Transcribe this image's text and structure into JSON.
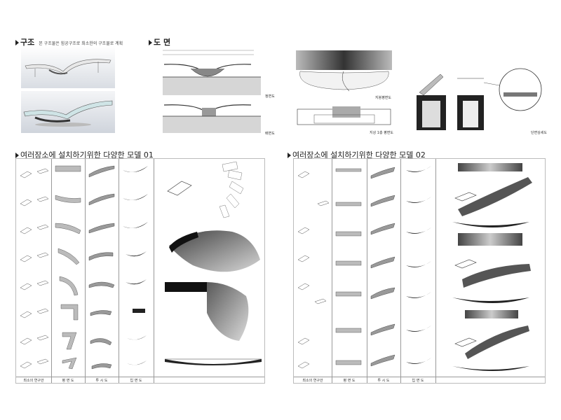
{
  "section_structure": {
    "title": "구조",
    "note": "본 구조물은 힘공구조로 최소한의 구조물로 계획"
  },
  "section_drawings": {
    "title": "도 면",
    "labels": [
      "정면도",
      "배면도",
      "지붕평면도",
      "지상 1층 평면도",
      "단면상세도"
    ]
  },
  "section_models_1": {
    "title": "여러장소에 설치하기위한 다양한 모델 01",
    "footers": [
      "최소의 연구안",
      "평 면 도",
      "투 시 도",
      "입 면 도"
    ]
  },
  "section_models_2": {
    "title": "여러장소에 설치하기위한 다양한 모델 02",
    "footers": [
      "최소의 연구안",
      "평 면 도",
      "투 시 도",
      "입 면 도"
    ]
  },
  "colors": {
    "background": "#ffffff",
    "border": "#bbbbbb",
    "ink": "#222222"
  }
}
